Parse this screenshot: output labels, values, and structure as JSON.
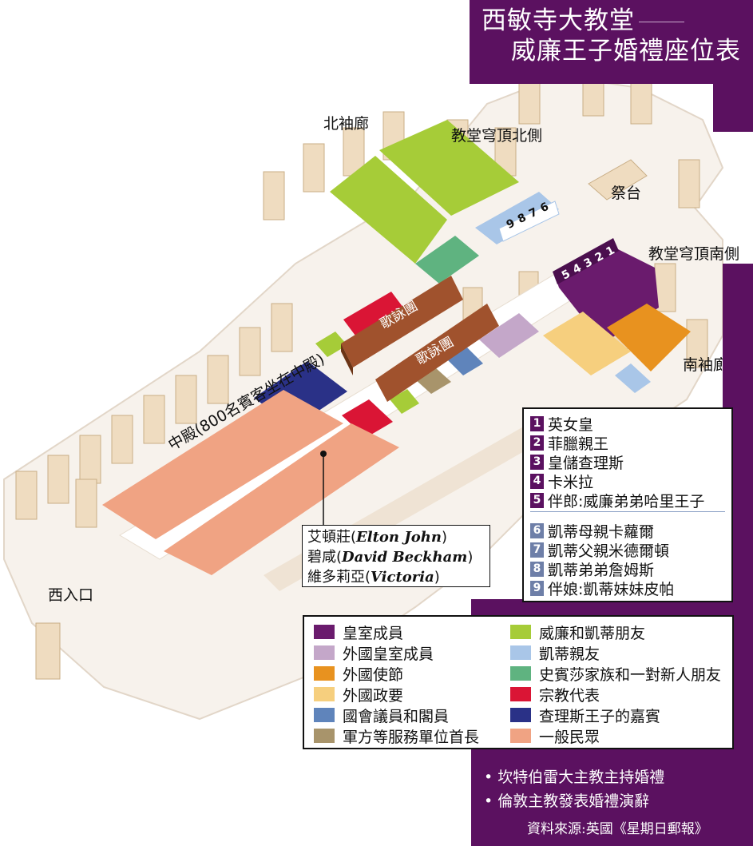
{
  "title": {
    "line1": "西敏寺大教堂",
    "line2": "威廉王子婚禮座位表"
  },
  "areas": {
    "north_transept": "北袖廊",
    "north_lantern": "教堂穹頂北側",
    "altar": "祭台",
    "south_lantern": "教堂穹頂南側",
    "south_transept": "南袖廊",
    "choir": "歌詠團",
    "nave": "中殿(800名賓客坐在中殿)",
    "west_entrance": "西入口"
  },
  "seat_numbers_north": [
    "9",
    "8",
    "7",
    "6"
  ],
  "seat_numbers_south": [
    "5",
    "4",
    "3",
    "2",
    "1"
  ],
  "guests": [
    {
      "num": "1",
      "name": "英女皇",
      "group": "royal"
    },
    {
      "num": "2",
      "name": "菲臘親王",
      "group": "royal"
    },
    {
      "num": "3",
      "name": "皇儲查理斯",
      "group": "royal"
    },
    {
      "num": "4",
      "name": "卡米拉",
      "group": "royal"
    },
    {
      "num": "5",
      "name": "伴郎:威廉弟弟哈里王子",
      "group": "royal"
    },
    {
      "num": "6",
      "name": "凱蒂母親卡蘿爾",
      "group": "family"
    },
    {
      "num": "7",
      "name": "凱蒂父親米德爾頓",
      "group": "family"
    },
    {
      "num": "8",
      "name": "凱蒂弟弟詹姆斯",
      "group": "family"
    },
    {
      "num": "9",
      "name": "伴娘:凱蒂妹妹皮帕",
      "group": "family"
    }
  ],
  "celebrity_callout": [
    {
      "cn": "艾頓莊(",
      "en": "Elton John",
      "end": ")"
    },
    {
      "cn": "碧咸(",
      "en": "David Beckham",
      "end": ")"
    },
    {
      "cn": "維多莉亞(",
      "en": "Victoria",
      "end": ")"
    }
  ],
  "legend": [
    {
      "label": "皇室成員",
      "color": "#6a1b6d"
    },
    {
      "label": "外國皇室成員",
      "color": "#c4a7c9"
    },
    {
      "label": "外國使節",
      "color": "#e8921f"
    },
    {
      "label": "外國政要",
      "color": "#f6cf7e"
    },
    {
      "label": "國會議員和閣員",
      "color": "#5f84bb"
    },
    {
      "label": "軍方等服務單位首長",
      "color": "#a8946b"
    },
    {
      "label": "威廉和凱蒂朋友",
      "color": "#a6cc38"
    },
    {
      "label": "凱蒂親友",
      "color": "#a9c6e8"
    },
    {
      "label": "史賓莎家族和一對新人朋友",
      "color": "#5fb380"
    },
    {
      "label": "宗教代表",
      "color": "#da1535"
    },
    {
      "label": "查理斯王子的嘉賓",
      "color": "#2a3187"
    },
    {
      "label": "一般民眾",
      "color": "#f0a383"
    }
  ],
  "notes": [
    "坎特伯雷大主教主持婚禮",
    "倫敦主教發表婚禮演辭"
  ],
  "source": "資料來源:英國《星期日郵報》"
}
